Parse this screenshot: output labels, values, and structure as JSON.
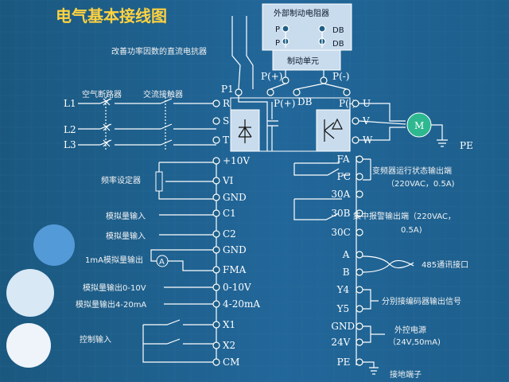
{
  "title": "电气基本接线图",
  "top": {
    "brake_resistor": "外部制动电阻器",
    "p": "P",
    "db": "DB",
    "brake_unit": "制动单元",
    "p_plus": "P(+)",
    "p_minus": "P(-)",
    "dc_reactor": "改善功率因数的直流电抗器",
    "p1": "P1",
    "bus_p_plus": "P(+)",
    "bus_db": "DB",
    "bus_p_minus": "P(-)"
  },
  "left": {
    "air_breaker": "空气断路器",
    "ac_contactor": "交流接触器",
    "l1": "L1",
    "l2": "L2",
    "l3": "L3",
    "freq_setter": "频率设定器",
    "analog_in_1": "模拟量输入",
    "analog_in_2": "模拟量输入",
    "ma_out": "1mA模拟量输出",
    "ammeter": "A",
    "analog_out_v": "模拟量输出0-10V",
    "analog_out_ma": "模拟量输出4-20mA",
    "control_in": "控制输入"
  },
  "input_terminals": [
    "R",
    "S",
    "T",
    "+10V",
    "VI",
    "GND",
    "C1",
    "C2",
    "GND",
    "FMA",
    "0-10V",
    "4-20mA",
    "X1",
    "X2",
    "CM"
  ],
  "output_terminals": {
    "u": "U",
    "v": "V",
    "w": "W",
    "motor": "M",
    "pe": "PE",
    "relay": [
      "FA",
      "FC",
      "30A",
      "30B",
      "30C"
    ],
    "comm": [
      "A",
      "B"
    ],
    "encoder": [
      "Y4",
      "Y5"
    ],
    "power": [
      "GND",
      "24V"
    ],
    "ground": "PE"
  },
  "right": {
    "run_status": "变频器运行状态输出端",
    "run_status_spec": "（220VAC，0.5A)",
    "alarm": "集中报警输出端（220VAC，",
    "alarm_spec": "0.5A)",
    "rs485": "485通讯接口",
    "encoder_out": "分别接编码器输出信号",
    "ext_power": "外控电源",
    "ext_power_spec": "（24V,50mA)",
    "ground": "接地端子"
  },
  "colors": {
    "background": "#1f5f86",
    "title": "#ffd23f",
    "wire": "#ffffff",
    "panel": "#c9dced",
    "motor": "#2eb88f"
  }
}
